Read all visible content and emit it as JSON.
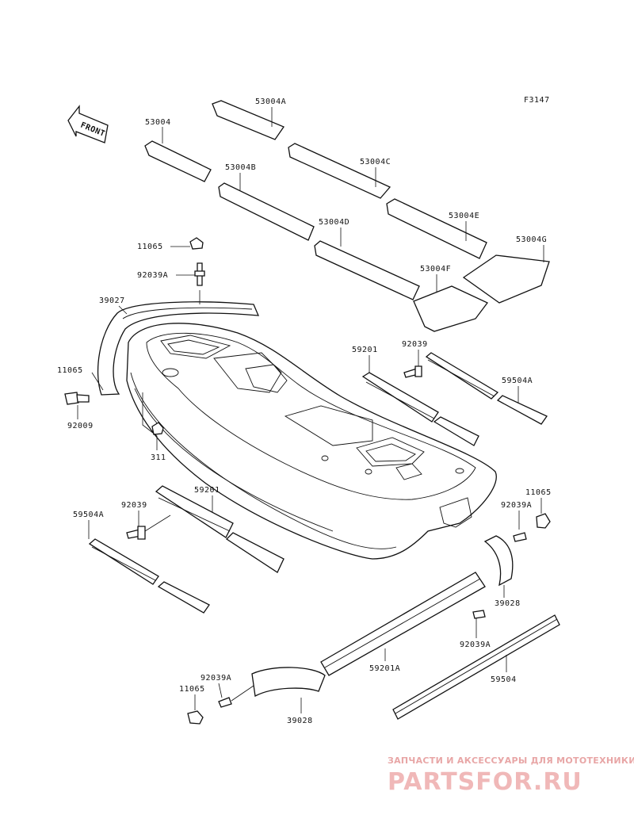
{
  "figure_code": "F3147",
  "front_label": "FRONT",
  "watermark": {
    "tagline": "ЗАПЧАСТИ И АКСЕССУАРЫ ДЛЯ МОТОТЕХНИКИ",
    "brand": "PARTSFOR.RU"
  },
  "part_labels": {
    "p53004": "53004",
    "p53004A": "53004A",
    "p53004B": "53004B",
    "p53004C": "53004C",
    "p53004D": "53004D",
    "p53004E": "53004E",
    "p53004F": "53004F",
    "p53004G": "53004G",
    "p11065_a": "11065",
    "p92039A_a": "92039A",
    "p39027": "39027",
    "p11065_b": "11065",
    "p92009": "92009",
    "p311": "311",
    "p59201_a": "59201",
    "p92039_a": "92039",
    "p59504A_a": "59504A",
    "p59201_b": "59201",
    "p92039_b": "92039",
    "p59504A_b": "59504A",
    "p11065_c": "11065",
    "p92039A_b": "92039A",
    "p39028_a": "39028",
    "p92039A_c": "92039A",
    "p59201A": "59201A",
    "p59504": "59504",
    "p92039A_d": "92039A",
    "p11065_d": "11065",
    "p39028_b": "39028"
  }
}
